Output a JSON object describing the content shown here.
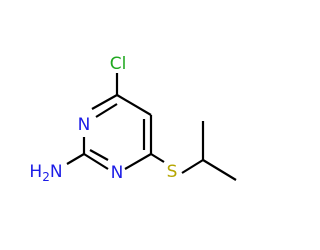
{
  "molecule": {
    "atoms": {
      "chlorine": {
        "text": "Cl",
        "color": "#1fa81f"
      },
      "ring_nitrogen_1": {
        "text": "N",
        "color": "#1c1ce6"
      },
      "ring_nitrogen_3": {
        "text": "N",
        "color": "#1c1ce6"
      },
      "amine": {
        "text": "H2N",
        "color": "#1c1ce6"
      },
      "sulfur": {
        "text": "S",
        "color": "#b5a500"
      }
    },
    "bond_color": "#000000"
  }
}
